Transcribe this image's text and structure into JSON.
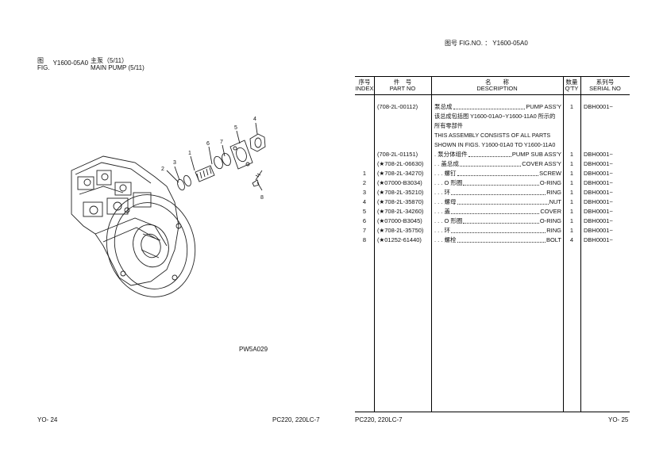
{
  "left_page": {
    "fig_label_cn": "图",
    "fig_label_en": "FIG.",
    "fig_no": "Y1600-05A0",
    "title_cn": "主泵（5/11）",
    "title_en": "MAIN PUMP (5/11)",
    "diagram_id": "PW5A029",
    "callouts": [
      "1",
      "2",
      "3",
      "4",
      "5",
      "6",
      "7",
      "8"
    ],
    "footer_page": "YO- 24",
    "footer_model": "PC220, 220LC-7"
  },
  "right_page": {
    "header_fig": "图号 FIG.NO. ： Y1600-05A0",
    "columns": {
      "index_cn": "序号",
      "index_en": "INDEX",
      "part_cn": "件　号",
      "part_en": "PART NO",
      "desc_cn": "名　　称",
      "desc_en": "DESCRIPTION",
      "qty_cn": "数量",
      "qty_en": "Q'TY",
      "serial_cn": "系列号",
      "serial_en": "SERIAL NO"
    },
    "rows": [
      {
        "index": "",
        "part": "(708-2L-00112)",
        "desc_cn": "泵总成",
        "desc_en": "PUMP ASS'Y",
        "qty": "1",
        "serial": "DBH0001~"
      },
      {
        "index": "",
        "part": "",
        "desc_cn": "该总成包括图 Y1600-01A0~Y1600-11A0 所示的",
        "desc_en": "",
        "qty": "",
        "serial": ""
      },
      {
        "index": "",
        "part": "",
        "desc_cn": "所有零部件",
        "desc_en": "",
        "qty": "",
        "serial": ""
      },
      {
        "index": "",
        "part": "",
        "desc_cn": "THIS ASSEMBLY CONSISTS OF ALL PARTS",
        "desc_en": "",
        "qty": "",
        "serial": ""
      },
      {
        "index": "",
        "part": "",
        "desc_cn": "SHOWN IN FIGS. Y1600-01A0 TO Y1600-11A0",
        "desc_en": "",
        "qty": "",
        "serial": ""
      },
      {
        "index": "",
        "part": "(708-2L-01151)",
        "desc_cn": ". 泵分体组件",
        "desc_en": "PUMP SUB ASS'Y",
        "qty": "1",
        "serial": "DBH0001~"
      },
      {
        "index": "",
        "part": "(★708-2L-06630)",
        "desc_cn": ". . 盖总成",
        "desc_en": "COVER ASS'Y",
        "qty": "1",
        "serial": "DBH0001~"
      },
      {
        "index": "1",
        "part": "(★708-2L-34270)",
        "desc_cn": ". . . 螺钉",
        "desc_en": "SCREW",
        "qty": "1",
        "serial": "DBH0001~"
      },
      {
        "index": "2",
        "part": "(★07000-B3034)",
        "desc_cn": ". . . O 形圈",
        "desc_en": "O-RING",
        "qty": "1",
        "serial": "DBH0001~"
      },
      {
        "index": "3",
        "part": "(★708-2L-35210)",
        "desc_cn": ". . . 环",
        "desc_en": "RING",
        "qty": "1",
        "serial": "DBH0001~"
      },
      {
        "index": "4",
        "part": "(★708-2L-35870)",
        "desc_cn": ". . . 螺母",
        "desc_en": "NUT",
        "qty": "1",
        "serial": "DBH0001~"
      },
      {
        "index": "5",
        "part": "(★708-2L-34260)",
        "desc_cn": ". . . 盖",
        "desc_en": "COVER",
        "qty": "1",
        "serial": "DBH0001~"
      },
      {
        "index": "6",
        "part": "(★07000-B3045)",
        "desc_cn": ". . . O 形圈",
        "desc_en": "O-RING",
        "qty": "1",
        "serial": "DBH0001~"
      },
      {
        "index": "7",
        "part": "(★708-2L-35750)",
        "desc_cn": ". . . 环",
        "desc_en": "RING",
        "qty": "1",
        "serial": "DBH0001~"
      },
      {
        "index": "8",
        "part": "(★01252-61440)",
        "desc_cn": ". . . 螺栓",
        "desc_en": "BOLT",
        "qty": "4",
        "serial": "DBH0001~"
      }
    ],
    "footer_model": "PC220, 220LC-7",
    "footer_page": "YO- 25"
  }
}
